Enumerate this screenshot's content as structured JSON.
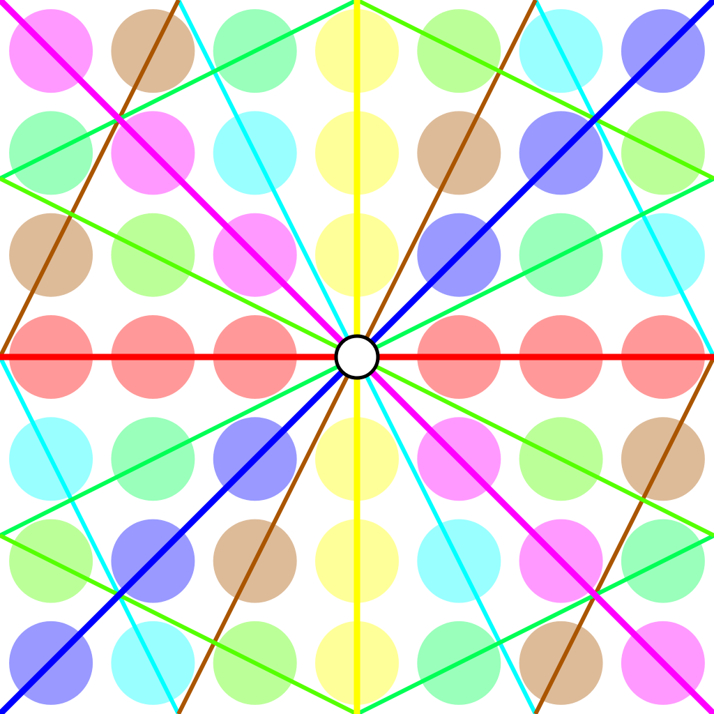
{
  "colors": {
    "background": "#ffffff",
    "red": "#ff0000",
    "yellow": "#ffff00",
    "magenta": "#ff00ff",
    "blue": "#0000ff",
    "brown": "#aa5500",
    "cyan": "#00ffff",
    "green": "#55ff00",
    "spring_green": "#00ff55",
    "center_fill": "#ffffff",
    "center_stroke": "#000000"
  },
  "grid": {
    "rows": 7,
    "cols": 7,
    "dot_opacity": 0.4,
    "cells": [
      [
        "magenta",
        "brown",
        "spring_green",
        "yellow",
        "green",
        "cyan",
        "blue"
      ],
      [
        "spring_green",
        "magenta",
        "cyan",
        "yellow",
        "brown",
        "blue",
        "green"
      ],
      [
        "brown",
        "green",
        "magenta",
        "yellow",
        "blue",
        "spring_green",
        "cyan"
      ],
      [
        "red",
        "red",
        "red",
        "center",
        "red",
        "red",
        "red"
      ],
      [
        "cyan",
        "spring_green",
        "blue",
        "yellow",
        "magenta",
        "green",
        "brown"
      ],
      [
        "green",
        "blue",
        "brown",
        "yellow",
        "cyan",
        "magenta",
        "spring_green"
      ],
      [
        "blue",
        "cyan",
        "green",
        "yellow",
        "spring_green",
        "brown",
        "magenta"
      ]
    ]
  },
  "lines": [
    {
      "color": "red",
      "slope": "0"
    },
    {
      "color": "yellow",
      "slope": "vertical"
    },
    {
      "color": "magenta",
      "slope": "1"
    },
    {
      "color": "blue",
      "slope": "-1"
    },
    {
      "color": "brown",
      "slope": "-2"
    },
    {
      "color": "cyan",
      "slope": "2"
    },
    {
      "color": "green",
      "slope": "1/2"
    },
    {
      "color": "spring_green",
      "slope": "-1/2"
    }
  ]
}
